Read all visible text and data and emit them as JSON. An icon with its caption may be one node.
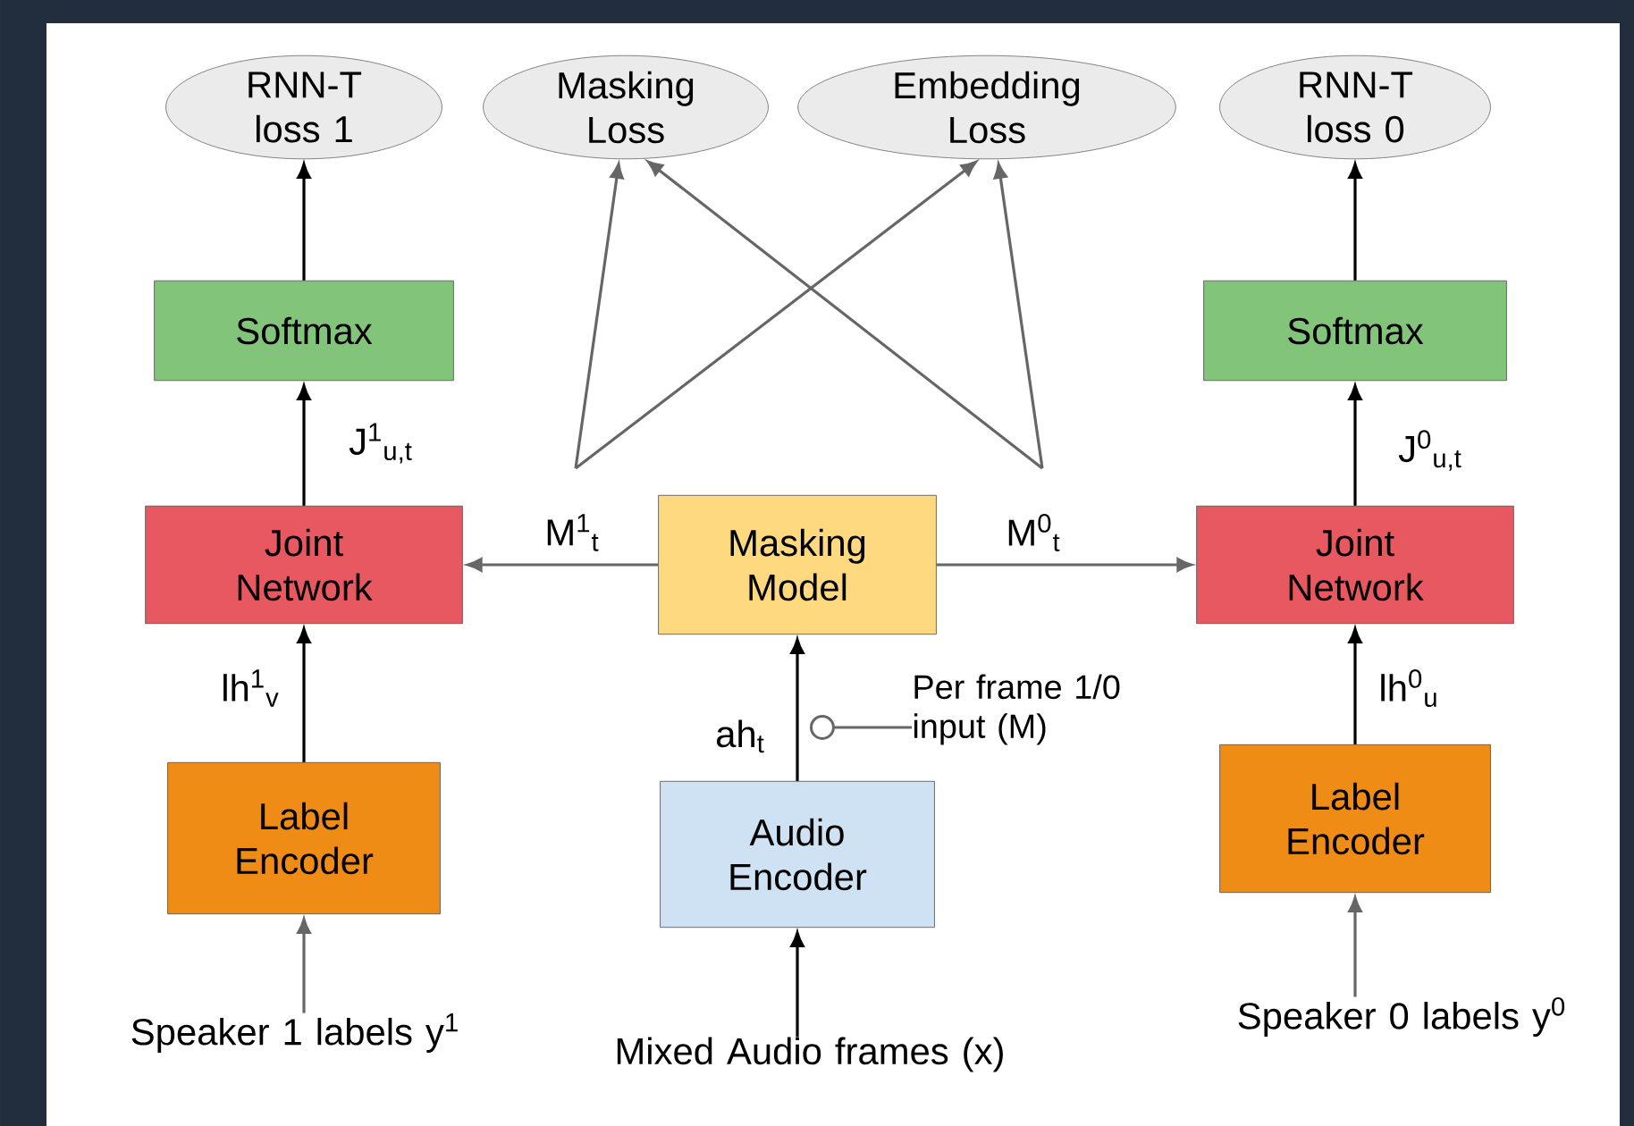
{
  "diagram": {
    "nodes": [
      {
        "text": [
          "RNN-T loss 1"
        ]
      },
      {
        "text": [
          "Masking Loss"
        ]
      },
      {
        "text": [
          "Embedding Loss"
        ]
      },
      {
        "text": [
          "RNN-T loss 0"
        ]
      },
      {
        "text": [
          "Softmax"
        ]
      },
      {
        "text": [
          "Softmax"
        ]
      },
      {
        "text": [
          "Joint Network"
        ]
      },
      {
        "text": [
          "Masking Model"
        ]
      },
      {
        "text": [
          "Joint Network"
        ]
      },
      {
        "text": [
          "Label Encoder"
        ]
      },
      {
        "text": [
          "Audio Encoder"
        ]
      },
      {
        "text": [
          "Label Encoder"
        ]
      },
      {
        "text": [
          "Speaker 1 labels y$^{1}$"
        ]
      },
      {
        "text": [
          "Mixed Audio frames (x)"
        ]
      },
      {
        "text": [
          "Speaker 0 labels y$^{0}$"
        ]
      },
      {
        "text": [
          "Per frame 1/0 input (M)"
        ]
      }
    ],
    "edges": [
      {
        "from": 4,
        "to": 0,
        "arrow": "to",
        "color": "#000000"
      },
      {
        "from": 5,
        "to": 3,
        "arrow": "to",
        "color": "#000000"
      },
      {
        "from": 6,
        "to": 4,
        "arrow": "to",
        "label": "J$^{1}$$_{u,t}$",
        "color": "#000000"
      },
      {
        "from": 8,
        "to": 5,
        "arrow": "to",
        "label": "J$^{0}$$_{u,t}$",
        "color": "#000000"
      },
      {
        "from": 7,
        "to": 6,
        "arrow": "to",
        "label": "M$^{1}$$_{t}$",
        "color": "#666666"
      },
      {
        "from": 7,
        "to": 8,
        "arrow": "to",
        "label": "M$^{0}$$_{t}$",
        "color": "#666666"
      },
      {
        "from": 9,
        "to": 6,
        "arrow": "to",
        "label": "lh$^{1}$$_{v}$",
        "color": "#000000"
      },
      {
        "from": 11,
        "to": 8,
        "arrow": "to",
        "label": "lh$^{0}$$_{u}$",
        "color": "#000000"
      },
      {
        "from": 10,
        "to": 7,
        "arrow": "to",
        "label": "ah$_{t}$",
        "color": "#000000"
      },
      {
        "from": 12,
        "to": 9,
        "arrow": "to",
        "color": "#666666"
      },
      {
        "from": 13,
        "to": 10,
        "arrow": "to",
        "color": "#000000"
      },
      {
        "from": 14,
        "to": 11,
        "arrow": "to",
        "color": "#666666"
      },
      {
        "from": null,
        "to": 1,
        "arrow": "to",
        "color": "#666666"
      },
      {
        "from": null,
        "to": 2,
        "arrow": "to",
        "color": "#666666"
      },
      {
        "from": null,
        "to": 1,
        "arrow": "to",
        "color": "#666666"
      },
      {
        "from": null,
        "to": 2,
        "arrow": "to",
        "color": "#666666"
      },
      {
        "from": 15,
        "to": null,
        "arrow": "other",
        "color": "#666666"
      }
    ]
  }
}
